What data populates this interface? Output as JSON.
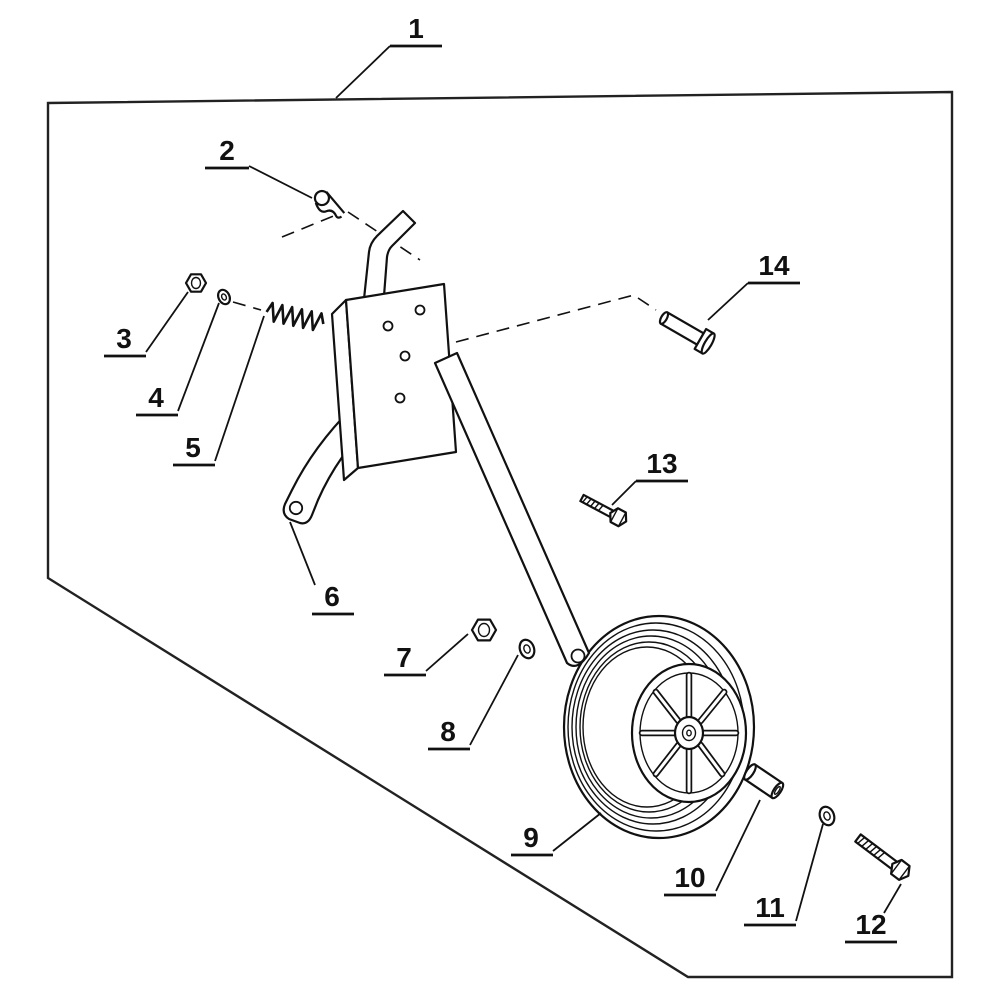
{
  "diagram": {
    "type": "exploded-parts-diagram",
    "background_color": "#ffffff",
    "line_color": "#111111",
    "callouts": [
      {
        "label": "1",
        "part": "boundary-panel"
      },
      {
        "label": "2",
        "part": "hairpin-cotter-pin"
      },
      {
        "label": "3",
        "part": "hex-nut"
      },
      {
        "label": "4",
        "part": "washer"
      },
      {
        "label": "5",
        "part": "extension-spring"
      },
      {
        "label": "6",
        "part": "support-bracket-arm"
      },
      {
        "label": "7",
        "part": "hex-nut"
      },
      {
        "label": "8",
        "part": "washer"
      },
      {
        "label": "9",
        "part": "wheel"
      },
      {
        "label": "10",
        "part": "spacer-bushing"
      },
      {
        "label": "11",
        "part": "washer"
      },
      {
        "label": "12",
        "part": "hex-bolt"
      },
      {
        "label": "13",
        "part": "hex-bolt"
      },
      {
        "label": "14",
        "part": "clevis-pin"
      }
    ]
  }
}
